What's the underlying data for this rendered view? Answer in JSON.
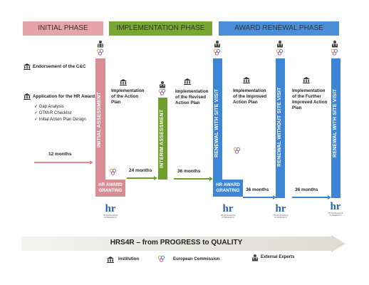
{
  "phases": {
    "initial": "INITIAL PHASE",
    "implementation": "IMPLEMENTATION PHASE",
    "renewal": "AWARD RENEWAL PHASE"
  },
  "left": {
    "endorsement": "Endorsement of the C&C",
    "application": "Application for the HR Award:",
    "checklist": [
      "Gap Analysis",
      "OTM-R Checklist",
      "Initial Action Plan Design"
    ],
    "months": "12 months"
  },
  "bars": {
    "initial_assessment": "INITIAL ASSESSMENT",
    "interim_assessment": "INTERIM ASSESSMENT",
    "renewal_site_visit_1": "RENEWAL WITH SITE VISIT",
    "renewal_without_site_visit": "RENEWAL WITHOUT SITE VISIT",
    "renewal_site_visit_2": "RENEWAL WITH SITE VISIT"
  },
  "grants": {
    "first": "HR AWARD GRANTING",
    "second": "HR AWARD GRANTING"
  },
  "descriptions": {
    "impl_action_plan": "Implementation of the Action Plan",
    "impl_revised_plan": "Implementation of the Revised Action Plan",
    "impl_improved_plan": "Implementation of the Improved Action Plan",
    "impl_further_plan": "Implementation of the Further Improved Action Plan"
  },
  "durations": {
    "d24": "24 months",
    "d36a": "36 months",
    "d36b": "36 months",
    "d36c": "36 months"
  },
  "logo": {
    "text": "hr",
    "caption": "HR EXCELLENCE IN RESEARCH"
  },
  "footer": {
    "banner": "HRS4R – from PROGRESS to QUALITY",
    "legend_institution": "Institution",
    "legend_ec": "European Commission",
    "legend_experts": "External Experts"
  },
  "colors": {
    "initial": "#e6a3a8",
    "initial_bar": "#d98e95",
    "implementation": "#78a833",
    "renewal": "#4a8fd9",
    "renewal_bar": "#3d86d6",
    "arrow_red": "#e08b93",
    "arrow_green": "#6e9e2e",
    "arrow_blue": "#3d86d6"
  }
}
